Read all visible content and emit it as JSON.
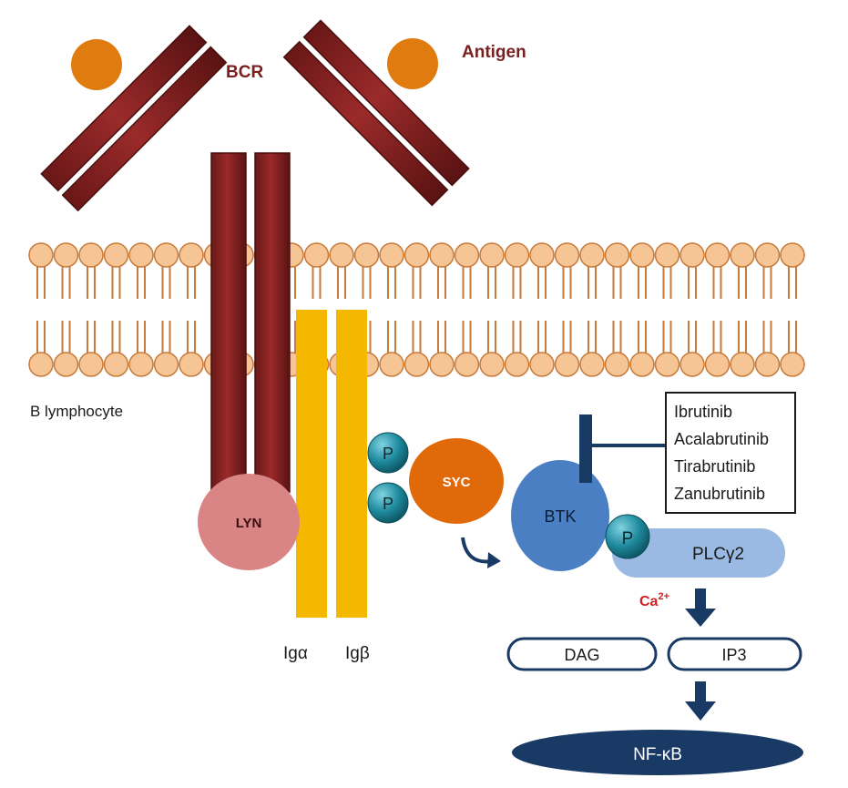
{
  "labels": {
    "bcr": "BCR",
    "antigen": "Antigen",
    "cell": "B lymphocyte",
    "lyn": "LYN",
    "syc": "SYC",
    "btk": "BTK",
    "plcg2": "PLCγ2",
    "ig_alpha": "Igα",
    "ig_beta": "Igβ",
    "calcium": "Ca",
    "calcium_charge": "2+",
    "dag": "DAG",
    "ip3": "IP3",
    "nfkb": "NF-κB",
    "phospho_syc_1": "P",
    "phospho_syc_2": "P",
    "phospho_btk": "P"
  },
  "inhibitors": [
    "Ibrutinib",
    "Acalabrutinib",
    "Tirabrutinib",
    "Zanubrutinib"
  ],
  "colors": {
    "receptor": "#8b2222",
    "receptor_dark": "#5e1414",
    "antigen": "#e07b10",
    "lipid_head": "#f6c595",
    "lipid_stroke": "#c77a3a",
    "ig_chain": "#f5b800",
    "lyn": "#d98585",
    "syc": "#e06a0a",
    "phospho": "#1f8a9e",
    "btk": "#4a7fc4",
    "plcg2": "#9ab9e3",
    "pathway": "#1a3a66",
    "calcium": "#d42020"
  },
  "icons": {
    "inhibition": "inhibition-bar",
    "rotate_arrow": "curved-arrow"
  }
}
